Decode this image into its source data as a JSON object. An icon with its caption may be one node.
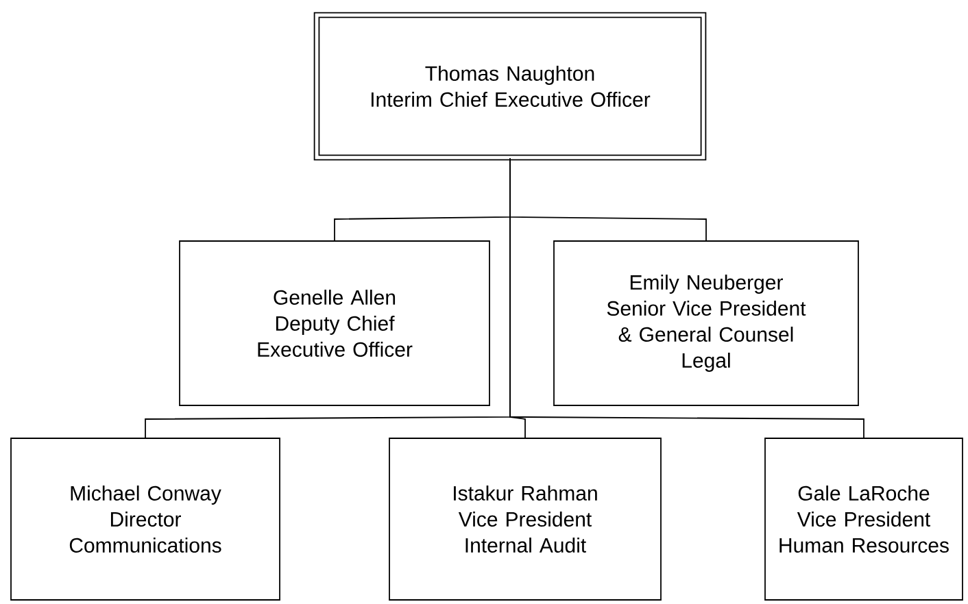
{
  "diagram": {
    "nodes": [
      {
        "text": [
          "Thomas Naughton",
          "Interim Chief Executive Officer"
        ]
      },
      {
        "text": [
          "Genelle Allen",
          "Deputy Chief Executive Officer"
        ]
      },
      {
        "text": [
          "Emily Neuberger",
          "Senior Vice President & General Counsel",
          "Legal"
        ]
      },
      {
        "text": [
          "Michael Conway",
          "Director",
          "Communications"
        ]
      },
      {
        "text": [
          "Istakur Rahman",
          "Vice President",
          "Internal Audit"
        ]
      },
      {
        "text": [
          "Gale LaRoche",
          "Vice President",
          "Human Resources"
        ]
      }
    ],
    "edges": [
      {
        "from": 0,
        "to": 1,
        "arrow": "none"
      },
      {
        "from": 0,
        "to": 2,
        "arrow": "none"
      },
      {
        "from": 0,
        "to": 3,
        "arrow": "none"
      },
      {
        "from": 0,
        "to": 4,
        "arrow": "none"
      },
      {
        "from": 0,
        "to": 5,
        "arrow": "none"
      }
    ]
  }
}
